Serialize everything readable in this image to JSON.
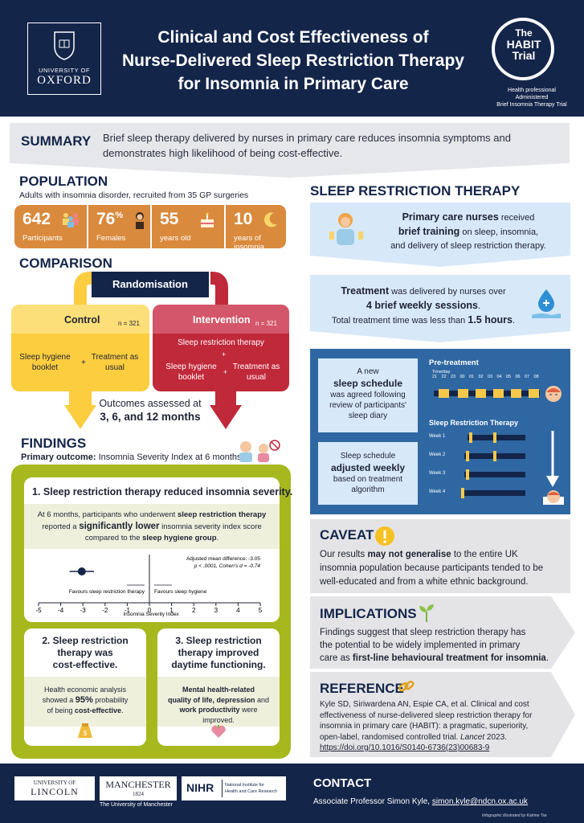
{
  "header": {
    "title_line1": "Clinical and Cost Effectiveness of",
    "title_line2": "Nurse-Delivered Sleep Restriction Therapy",
    "title_line3": "for Insomnia in Primary Care",
    "oxford_top": "UNIVERSITY OF",
    "oxford_bottom": "OXFORD",
    "habit_line1": "The",
    "habit_line2": "HABIT",
    "habit_line3": "Trial",
    "habit_caption1": "Health professional Administered",
    "habit_caption2": "Brief Insomnia Therapy Trial"
  },
  "summary": {
    "heading": "SUMMARY",
    "text_line1": "Brief sleep therapy delivered by nurses in primary care reduces insomnia symptoms and",
    "text_line2": "demonstrates high likelihood of being cost-effective."
  },
  "population": {
    "heading": "POPULATION",
    "subtitle": "Adults with insomnia disorder, recruited from 35 GP surgeries",
    "stats": [
      {
        "value": "642",
        "label": "Participants"
      },
      {
        "value": "76",
        "suffix": "%",
        "label": "Females"
      },
      {
        "value": "55",
        "label": "years old"
      },
      {
        "value": "10",
        "label": "years of insomnia"
      }
    ]
  },
  "comparison": {
    "heading": "COMPARISON",
    "randomisation": "Randomisation",
    "control": {
      "title": "Control",
      "n": "n = 321",
      "item1": "Sleep hygiene booklet",
      "plus": "+",
      "item2": "Treatment as usual"
    },
    "intervention": {
      "title": "Intervention",
      "n": "n = 321",
      "item1": "Sleep restriction therapy",
      "plus": "+",
      "item2": "Sleep hygiene booklet",
      "item3": "Treatment as usual"
    },
    "outcomes_line1": "Outcomes assessed at",
    "outcomes_line2": "3, 6, and 12 months"
  },
  "findings": {
    "heading": "FINDINGS",
    "primary_label": "Primary outcome:",
    "primary_value": "Insomnia Severity Index at 6 months",
    "card1": {
      "title": "1. Sleep restriction therapy reduced insomnia severity.",
      "body_line1_a": "At 6 months, participants who underwent ",
      "body_line1_b": "sleep restriction therapy",
      "body_line2_a": "reported a ",
      "body_line2_b": "significantly lower",
      "body_line2_c": " insomnia severity index score",
      "body_line3_a": "compared to the ",
      "body_line3_b": "sleep hygiene group",
      "body_line3_c": "."
    },
    "card2": {
      "title_line1": "2. Sleep restriction",
      "title_line2": "therapy was",
      "title_line3": "cost-effective.",
      "body_line1": "Health economic analysis",
      "body_line2a": "showed a ",
      "body_line2b": "95%",
      "body_line2c": " probability",
      "body_line3a": "of being ",
      "body_line3b": "cost-effective",
      "body_line3c": "."
    },
    "card3": {
      "title_line1": "3. Sleep restriction",
      "title_line2": "therapy improved",
      "title_line3": "daytime functioning.",
      "body_line1": "Mental health-related",
      "body_line2": "quality of life, depression",
      "body_line2b": " and",
      "body_line3": "work productivity",
      "body_line3b": " were",
      "body_line4": "improved."
    }
  },
  "chart_data": {
    "type": "scatter",
    "xlabel": "Insomnia Severity Index",
    "xlim": [
      -5,
      5
    ],
    "x_ticks": [
      "-5",
      "-4",
      "-3",
      "-2",
      "-1",
      "0",
      "1",
      "2",
      "3",
      "4",
      "5"
    ],
    "point": {
      "estimate": -3.05,
      "ci_low": -3.6,
      "ci_high": -2.5
    },
    "annotation_line1": "Adjusted mean difference: -3.05",
    "annotation_line2": "p < .0001, Cohen's d = -0.74",
    "favours_left": "Favours sleep restriction therapy",
    "favours_right": "Favours sleep hygiene"
  },
  "srt": {
    "heading": "SLEEP RESTRICTION THERAPY",
    "box1_a": "Primary care nurses",
    "box1_b": " received",
    "box1_c": "brief training",
    "box1_d": " on sleep, insomnia,",
    "box1_e": "and delivery of sleep restriction therapy.",
    "box2_a": "Treatment",
    "box2_b": " was delivered by nurses over",
    "box2_c": "4 brief weekly sessions",
    "box2_d": ".",
    "box2_e": "Total treatment time was less than ",
    "box2_f": "1.5 hours",
    "box2_g": ".",
    "schedule1": {
      "l1": "A new",
      "l2": "sleep schedule",
      "l3": "was agreed following",
      "l4": "review of participants'",
      "l5": "sleep diary"
    },
    "schedule2": {
      "l1": "Sleep schedule",
      "l2": "adjusted weekly",
      "l3": "based on treatment",
      "l4": "algorithm"
    },
    "pre_treatment": "Pre-treatment",
    "srt_label": "Sleep Restriction Therapy",
    "timeline_label": "Time/day",
    "hours": [
      "21",
      "22",
      "23",
      "00",
      "01",
      "02",
      "03",
      "04",
      "05",
      "06",
      "07",
      "08"
    ],
    "weeks": [
      "Week 1",
      "Week 2",
      "Week 3",
      "Week 4"
    ]
  },
  "caveat": {
    "heading": "CAVEAT",
    "l1a": "Our results ",
    "l1b": "may not generalise",
    "l1c": " to the entire UK",
    "l2": "insomnia population because participants tended to be",
    "l3": "well-educated and from a white ethnic background."
  },
  "implications": {
    "heading": "IMPLICATIONS",
    "l1": "Findings suggest that sleep restriction therapy has",
    "l2": "the potential to be widely implemented in primary",
    "l3a": "care as ",
    "l3b": "first-line behavioural treatment for insomnia",
    "l3c": "."
  },
  "reference": {
    "heading": "REFERENCE",
    "l1": "Kyle SD, Siriwardena AN, Espie CA, et al. Clinical and cost",
    "l2": "effectiveness of nurse-delivered sleep restriction therapy for",
    "l3": "insomnia in primary care (HABIT): a pragmatic, superiority,",
    "l4a": "open-label, randomised controlled trial. ",
    "l4b": "Lancet",
    "l4c": " 2023.",
    "link": "https://doi.org/10.1016/S0140-6736(23)00683-9"
  },
  "footer": {
    "lincoln_top": "UNIVERSITY OF",
    "lincoln_bottom": "LINCOLN",
    "manchester": "MANCHESTER",
    "manchester_year": "1824",
    "manchester_caption": "The University of Manchester",
    "nihr": "NIHR",
    "nihr_l1": "National Institute for",
    "nihr_l2": "Health and Care Research",
    "contact_heading": "CONTACT",
    "contact_text": "Associate Professor Simon Kyle, ",
    "contact_email": "simon.kyle@ndcn.ox.ac.uk",
    "credit": "Infographic illustrated by Katrine Tse"
  },
  "colors": {
    "navy": "#14254a",
    "orange": "#d98a3d",
    "yellow": "#fbcd3f",
    "red": "#c0293a",
    "olive": "#a7b81e",
    "light_blue": "#d7e8f8",
    "mid_blue": "#2f67a2"
  }
}
